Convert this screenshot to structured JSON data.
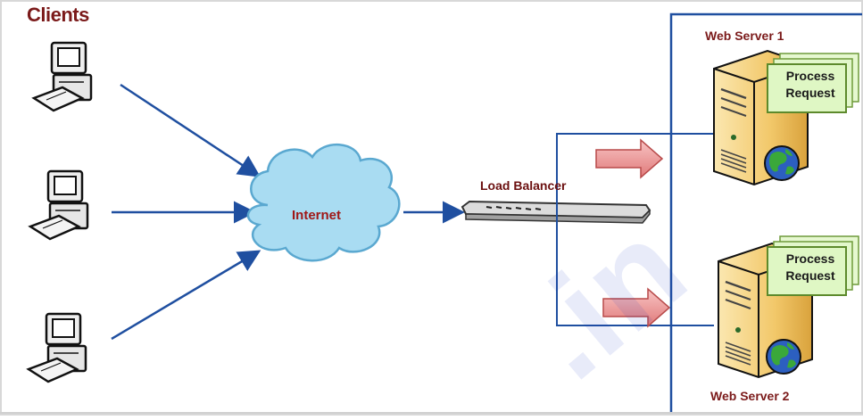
{
  "diagram": {
    "clients_title": "Clients",
    "internet_label": "Internet",
    "load_balancer_label": "Load Balancer",
    "servers": [
      {
        "label": "Web Server 1",
        "task": [
          "Process",
          "Request"
        ]
      },
      {
        "label": "Web Server 2",
        "task": [
          "Process",
          "Request"
        ]
      }
    ]
  },
  "colors": {
    "title_text": "#7b1a1a",
    "arrow_blue": "#1f4fa0",
    "cloud_fill": "#a9dcf2",
    "cloud_stroke": "#5aa8d0",
    "note_fill": "#dff7c4",
    "note_stroke": "#6f9a3a",
    "red_arrow": "#e98a8a",
    "server_fill": "#f2c86a"
  }
}
